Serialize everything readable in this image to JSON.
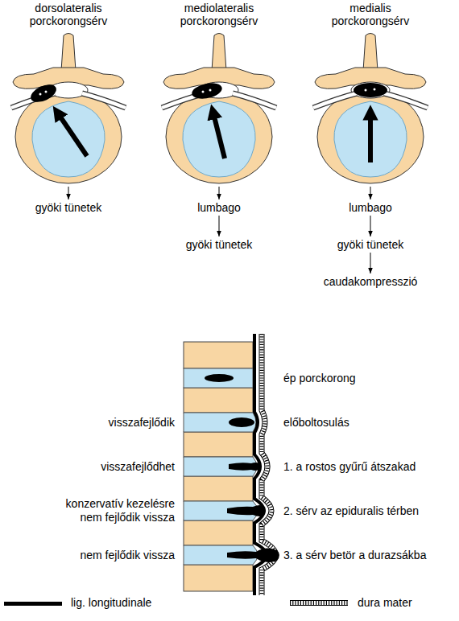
{
  "diagram": {
    "nodes": [
      {
        "text": [
          "dorsolateralis porckorongsérv"
        ]
      },
      {
        "text": [
          "gyöki tünetek"
        ]
      },
      {
        "text": [
          "mediolateralis porckorongsérv"
        ]
      },
      {
        "text": [
          "lumbago"
        ]
      },
      {
        "text": [
          "gyöki tünetek"
        ]
      },
      {
        "text": [
          "medialis porckorongsérv"
        ]
      },
      {
        "text": [
          "lumbago"
        ]
      },
      {
        "text": [
          "gyöki tünetek"
        ]
      },
      {
        "text": [
          "caudakompresszió"
        ]
      }
    ],
    "edges": [
      {
        "from": 0,
        "to": 1,
        "arrow": "to"
      },
      {
        "from": 2,
        "to": 3,
        "arrow": "to"
      },
      {
        "from": 3,
        "to": 4,
        "arrow": "to"
      },
      {
        "from": 5,
        "to": 6,
        "arrow": "to"
      },
      {
        "from": 6,
        "to": 7,
        "arrow": "to"
      },
      {
        "from": 7,
        "to": 8,
        "arrow": "to"
      }
    ],
    "labels": [
      "ép porckorong",
      "visszafejlődik",
      "előboltosulás",
      "visszafejlődhet",
      "1. a rostos gyűrű átszakad",
      "konzervatív kezelésre nem fejlődik vissza",
      "2. sérv az epiduralis térben",
      "nem fejlődik vissza",
      "3. a sérv betör a durazsákba"
    ],
    "legend": [
      {
        "text": "lig. longitudinale"
      },
      {
        "text": "dura mater"
      }
    ]
  }
}
